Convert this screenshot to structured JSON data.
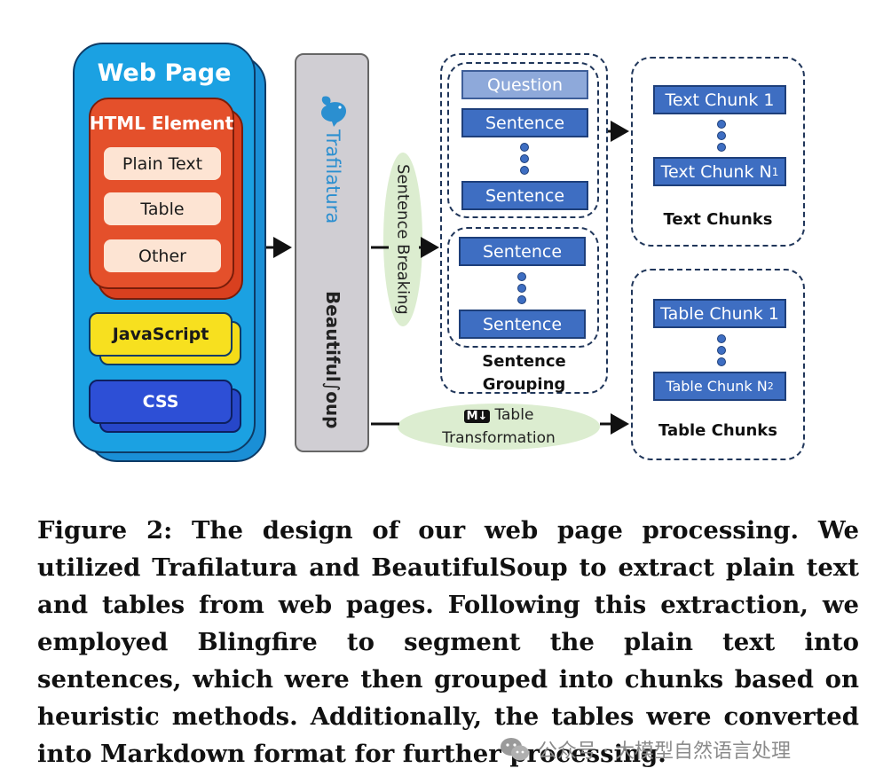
{
  "diagram": {
    "web_page": {
      "title": "Web Page",
      "html_element": {
        "title": "HTML Element",
        "items": [
          "Plain Text",
          "Table",
          "Other"
        ]
      },
      "javascript_label": "JavaScript",
      "css_label": "CSS"
    },
    "extractors": {
      "trafilatura_label": "Trafilatura",
      "beautifulsoup_label": "Beautiful",
      "beautifulsoup_tail": "oup"
    },
    "sentence_breaking_label": "Sentence Breaking",
    "sentence_grouping": {
      "group1": {
        "question_label": "Question",
        "sentence_labels": [
          "Sentence",
          "Sentence"
        ]
      },
      "group2": {
        "sentence_labels": [
          "Sentence",
          "Sentence"
        ]
      },
      "title": "Sentence Grouping",
      "title_line1": "Sentence",
      "title_line2": "Grouping"
    },
    "text_chunks": {
      "first_label": "Text Chunk 1",
      "last_label": "Text Chunk N",
      "last_sub": "1",
      "title": "Text Chunks"
    },
    "table_chunks": {
      "first_label": "Table Chunk 1",
      "last_label": "Table Chunk N",
      "last_sub": "2",
      "title": "Table Chunks"
    },
    "table_transformation": {
      "icon_text": "M↓",
      "line1": "Table",
      "line2": "Transformation"
    }
  },
  "caption": {
    "text": "Figure 2: The design of our web page processing. We utilized Trafilatura and BeautifulSoup to extract plain text and tables from web pages. Following this extraction, we employed Blingfire to segment the plain text into sentences, which were then grouped into chunks based on heuristic methods. Additionally, the tables were converted into Markdown format for further processing."
  },
  "watermark": {
    "text": "公众号 · 大模型自然语言处理"
  },
  "colors": {
    "web_page_blue": "#1ba1e2",
    "html_orange": "#e4502b",
    "js_yellow": "#f7e01f",
    "css_blue": "#2d4fd6",
    "chunk_blue": "#3e6ec2",
    "question_blue": "#8ea9da",
    "extractor_gray": "#d0ced3",
    "oval_green": "#dcedd0",
    "trafilatura_blue": "#2b8fd0"
  }
}
